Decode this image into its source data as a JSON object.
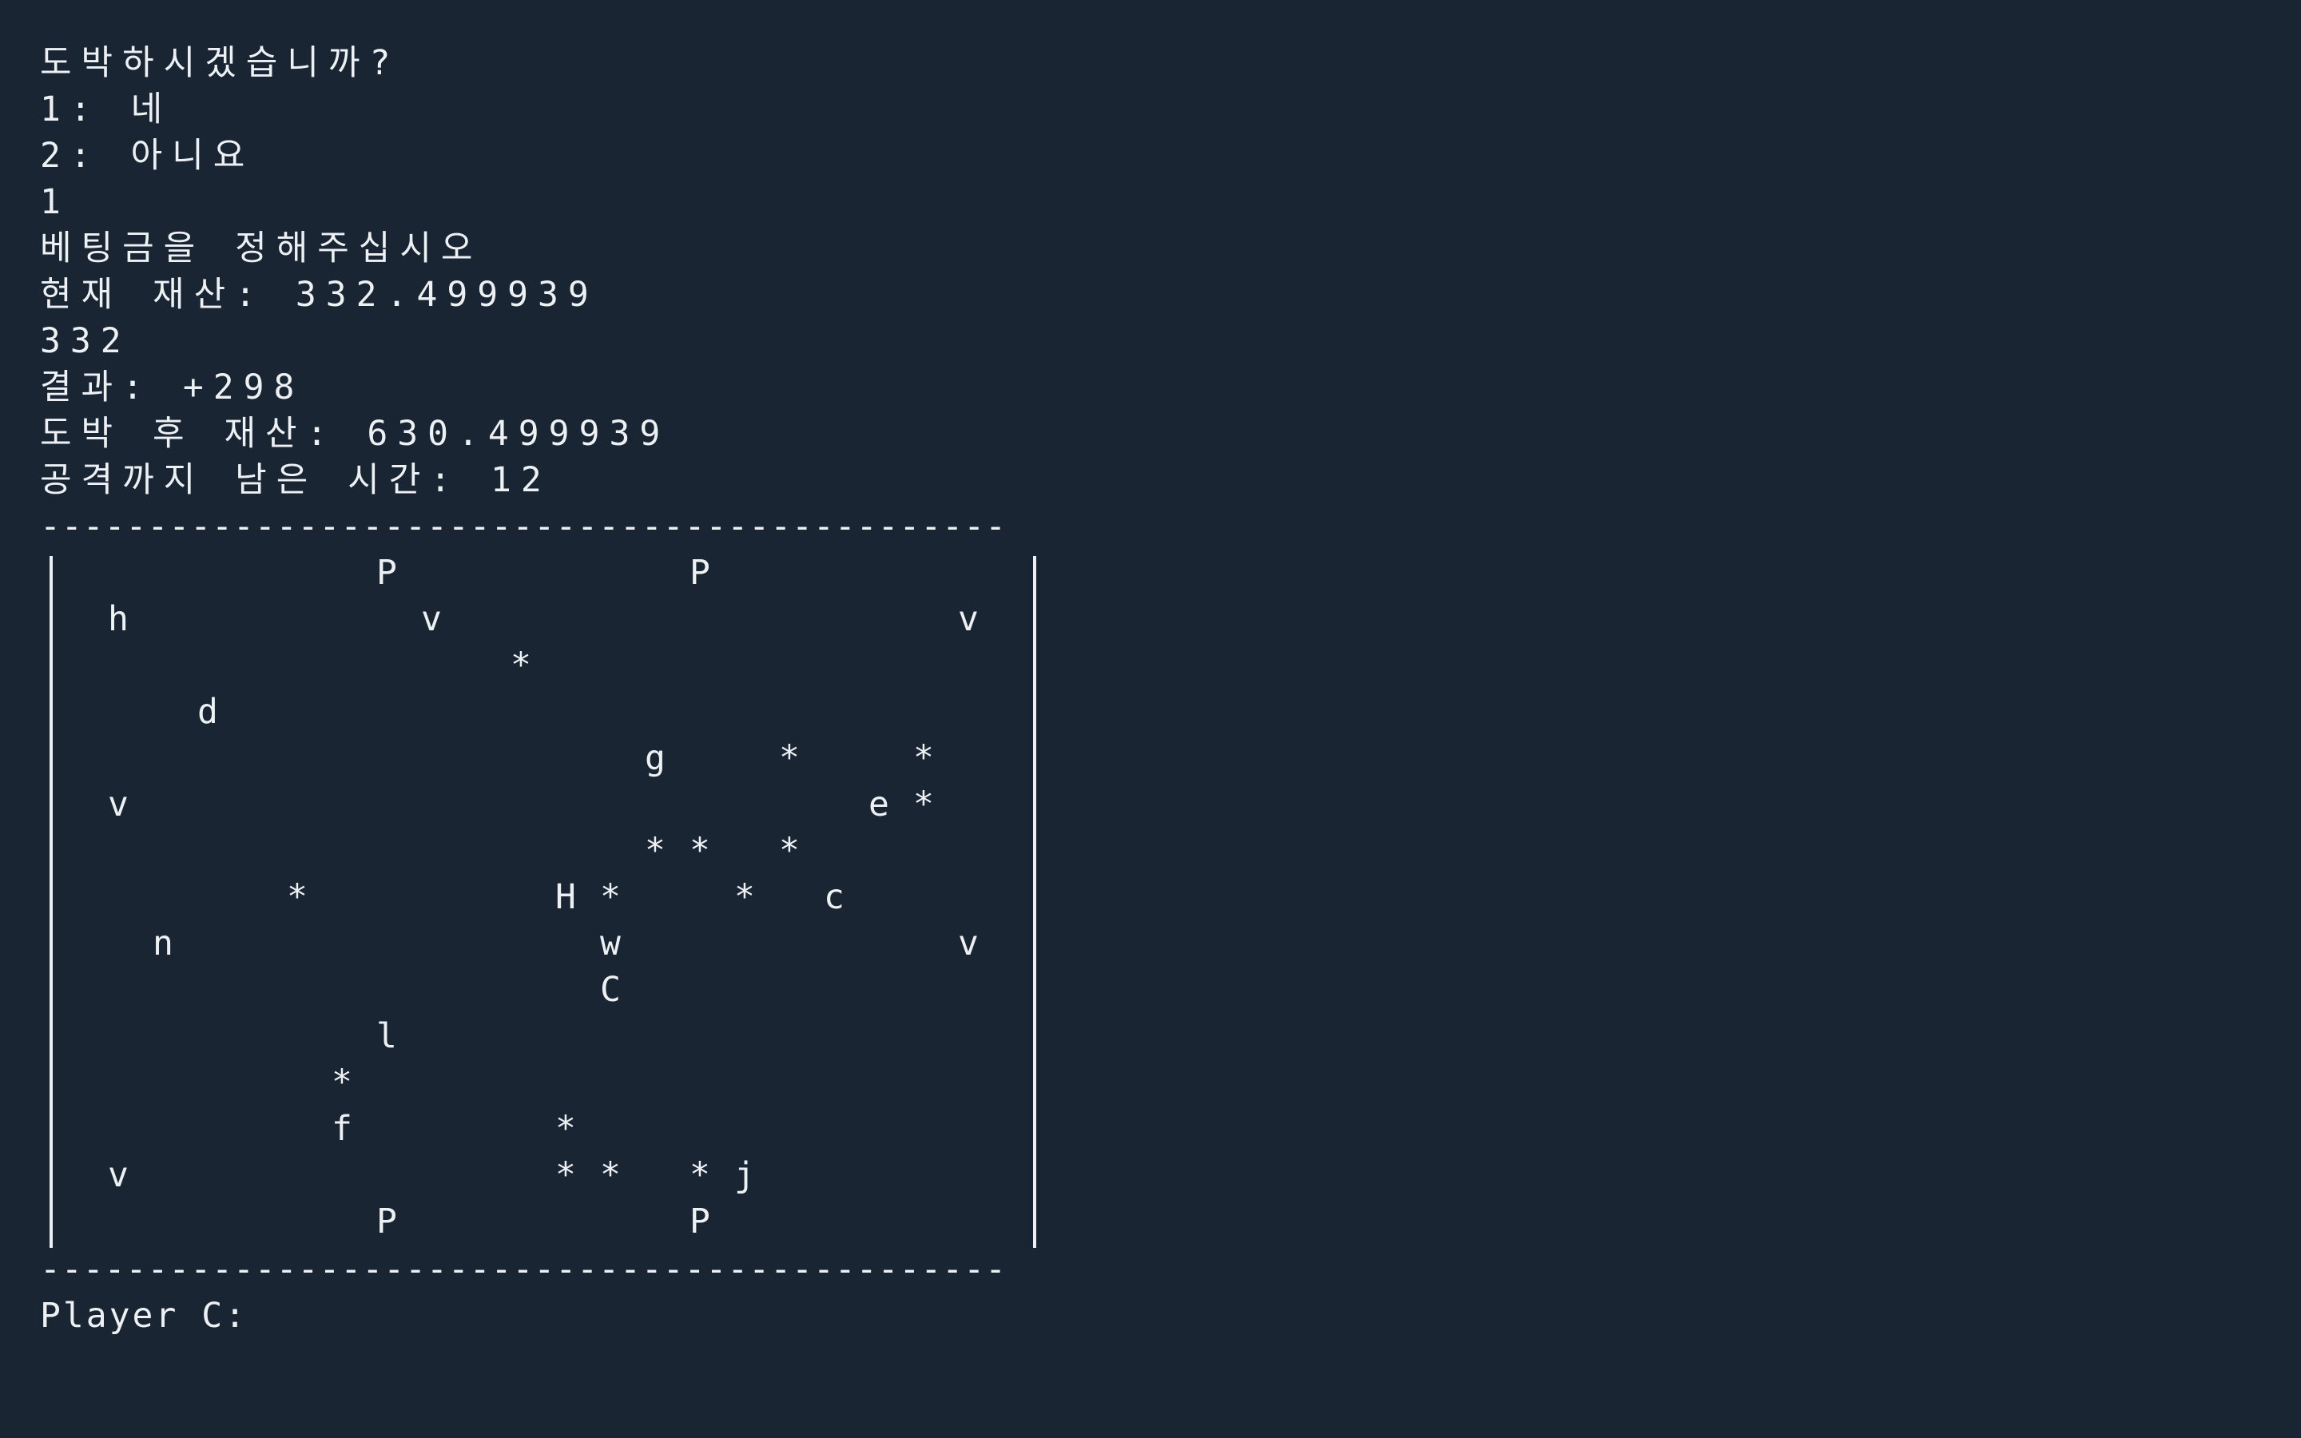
{
  "colors": {
    "background": "#1a2533",
    "foreground": "#eef1f4"
  },
  "terminal": {
    "lines": [
      "도박하시겠습니까?",
      "1: 네",
      "2: 아니요",
      "1",
      "베팅금을 정해주십시오",
      "현재 재산: 332.499939",
      "332",
      "결과: +298",
      "도박 후 재산: 630.499939",
      "공격까지 남은 시간: 12"
    ],
    "border_top": "---------------------------------------------",
    "border_bottom": "---------------------------------------------",
    "prompt": "Player C:"
  },
  "board": {
    "rows": 15,
    "cols": 22,
    "cells": [
      {
        "row": 0,
        "col": 7,
        "ch": "P"
      },
      {
        "row": 0,
        "col": 14,
        "ch": "P"
      },
      {
        "row": 1,
        "col": 1,
        "ch": "h"
      },
      {
        "row": 1,
        "col": 8,
        "ch": "v"
      },
      {
        "row": 1,
        "col": 20,
        "ch": "v"
      },
      {
        "row": 2,
        "col": 10,
        "ch": "*"
      },
      {
        "row": 3,
        "col": 3,
        "ch": "d"
      },
      {
        "row": 4,
        "col": 13,
        "ch": "g"
      },
      {
        "row": 4,
        "col": 16,
        "ch": "*"
      },
      {
        "row": 4,
        "col": 19,
        "ch": "*"
      },
      {
        "row": 5,
        "col": 1,
        "ch": "v"
      },
      {
        "row": 5,
        "col": 18,
        "ch": "e"
      },
      {
        "row": 5,
        "col": 19,
        "ch": "*"
      },
      {
        "row": 6,
        "col": 13,
        "ch": "*"
      },
      {
        "row": 6,
        "col": 14,
        "ch": "*"
      },
      {
        "row": 6,
        "col": 16,
        "ch": "*"
      },
      {
        "row": 7,
        "col": 5,
        "ch": "*"
      },
      {
        "row": 7,
        "col": 11,
        "ch": "H"
      },
      {
        "row": 7,
        "col": 12,
        "ch": "*"
      },
      {
        "row": 7,
        "col": 15,
        "ch": "*"
      },
      {
        "row": 7,
        "col": 17,
        "ch": "c"
      },
      {
        "row": 8,
        "col": 2,
        "ch": "n"
      },
      {
        "row": 8,
        "col": 12,
        "ch": "w"
      },
      {
        "row": 8,
        "col": 20,
        "ch": "v"
      },
      {
        "row": 9,
        "col": 12,
        "ch": "C"
      },
      {
        "row": 10,
        "col": 7,
        "ch": "l"
      },
      {
        "row": 11,
        "col": 6,
        "ch": "*"
      },
      {
        "row": 12,
        "col": 6,
        "ch": "f"
      },
      {
        "row": 12,
        "col": 11,
        "ch": "*"
      },
      {
        "row": 13,
        "col": 1,
        "ch": "v"
      },
      {
        "row": 13,
        "col": 11,
        "ch": "*"
      },
      {
        "row": 13,
        "col": 12,
        "ch": "*"
      },
      {
        "row": 13,
        "col": 14,
        "ch": "*"
      },
      {
        "row": 13,
        "col": 15,
        "ch": "j"
      },
      {
        "row": 14,
        "col": 7,
        "ch": "P"
      },
      {
        "row": 14,
        "col": 14,
        "ch": "P"
      }
    ]
  }
}
